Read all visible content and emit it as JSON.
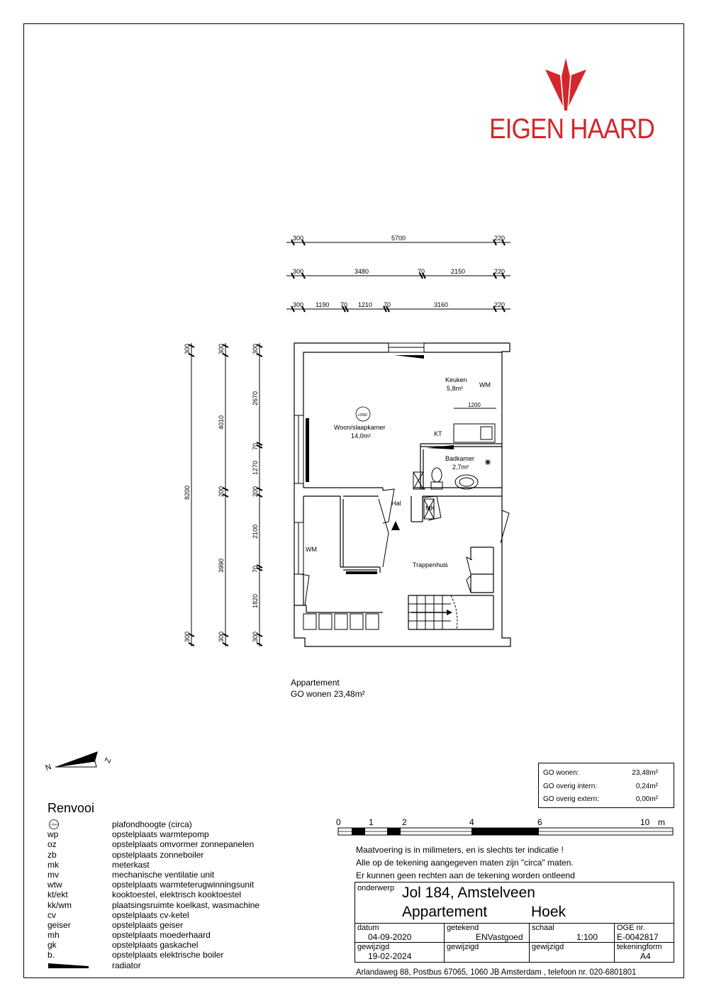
{
  "brand": {
    "name": "EIGEN HAARD",
    "color": "#d4262b"
  },
  "plan": {
    "dims_top_row1": [
      "300",
      "5700",
      "220"
    ],
    "dims_top_row2": [
      "300",
      "3480",
      "70",
      "2150",
      "220"
    ],
    "dims_top_row3": [
      "300",
      "1190",
      "70",
      "1210",
      "70",
      "3160",
      "220"
    ],
    "dims_left_col1": [
      "300",
      "8200",
      "300"
    ],
    "dims_left_col2": [
      "300",
      "4010",
      "200",
      "3990",
      "300"
    ],
    "dims_left_col3": [
      "300",
      "2670",
      "70",
      "1270",
      "200",
      "2100",
      "70",
      "1820",
      "300"
    ],
    "rooms": {
      "keuken": "Keuken",
      "keuken_area": "5,8m²",
      "wm_top": "WM",
      "kitchen_dim": "1200",
      "kt": "KT",
      "woon": "Woon/slaapkamer",
      "woon_area": "14,0m²",
      "ceiling_badge": "+2660",
      "badkamer": "Badkamer",
      "badkamer_area": "2,7m²",
      "hal": "Hal",
      "mk": "MK",
      "wm_left": "WM",
      "trappenhuis": "Trappenhuis"
    }
  },
  "apartment": {
    "label": "Appartement",
    "go": "GO wonen 23,48m²"
  },
  "compass": {
    "n": "N",
    "z": "Z"
  },
  "renvooi": {
    "title": "Renvooi",
    "items": [
      {
        "code": "",
        "desc": "plafondhoogte (circa)",
        "icon": "ceiling-height-badge",
        "badge": "+2540"
      },
      {
        "code": "wp",
        "desc": "opstelplaats warmtepomp"
      },
      {
        "code": "oz",
        "desc": "opstelplaats omvormer zonnepanelen"
      },
      {
        "code": "zb",
        "desc": "opstelplaats zonneboiler"
      },
      {
        "code": "mk",
        "desc": "meterkast"
      },
      {
        "code": "mv",
        "desc": "mechanische ventilatie unit"
      },
      {
        "code": "wtw",
        "desc": "opstelplaats warmteterugwinningsunit"
      },
      {
        "code": "kt/ekt",
        "desc": "kooktoestel, elektrisch kooktoestel"
      },
      {
        "code": "kk/wm",
        "desc": "plaatsingsruimte koelkast, wasmachine"
      },
      {
        "code": "cv",
        "desc": "opstelplaats cv-ketel"
      },
      {
        "code": "geiser",
        "desc": "opstelplaats geiser"
      },
      {
        "code": "mh",
        "desc": "opstelplaats moederhaard"
      },
      {
        "code": "gk",
        "desc": "opstelplaats gaskachel"
      },
      {
        "code": "b.",
        "desc": "opstelplaats elektrische boiler"
      },
      {
        "code": "",
        "desc": "radiator",
        "icon": "radiator-symbol"
      }
    ]
  },
  "go_box": {
    "rows": [
      {
        "label": "GO wonen:",
        "value": "23,48m²"
      },
      {
        "label": "GO overig intern:",
        "value": "0,24m²"
      },
      {
        "label": "GO overig extern:",
        "value": "0,00m²"
      }
    ]
  },
  "scale_bar": {
    "labels": [
      "0",
      "1",
      "2",
      "4",
      "6",
      "10",
      "m"
    ]
  },
  "notes": [
    "Maatvoering is in milimeters, en is slechts ter indicatie !",
    "Alle op de tekening aangegeven maten zijn \"circa\" maten.",
    "Er kunnen geen rechten aan de tekening worden ontleend"
  ],
  "title_block": {
    "onderwerp_label": "onderwerp",
    "title": "Jol 184, Amstelveen",
    "subtitle_left": "Appartement",
    "subtitle_right": "Hoek",
    "datum_label": "datum",
    "datum": "04-09-2020",
    "getekend_label": "getekend",
    "getekend": "ENVastgoed",
    "schaal_label": "schaal",
    "schaal": "1:100",
    "oge_label": "OGE nr.",
    "oge": "E-0042817",
    "gewijzigd_label": "gewijzigd",
    "gewijzigd": "19-02-2024",
    "gewijzigd2_label": "gewijzigd",
    "gewijzigd3_label": "gewijzigd",
    "tekeningform_label": "tekeningform",
    "tekeningform": "A4"
  },
  "footer": "Arlandaweg 88, Postbus 67065, 1060 JB Amsterdam , telefoon nr. 020-6801801"
}
